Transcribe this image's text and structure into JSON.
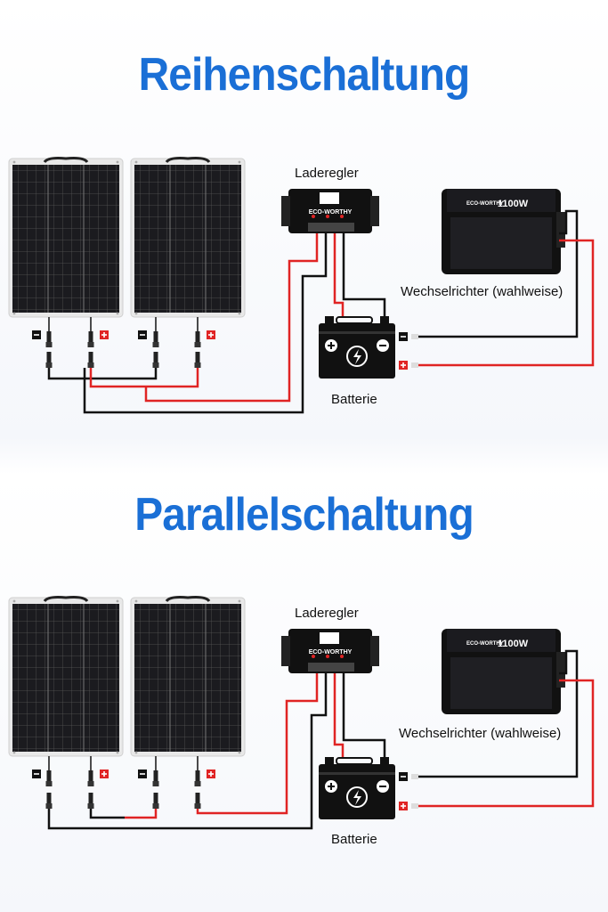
{
  "sections": [
    {
      "title": "Reihenschaltung",
      "controller_label": "Laderegler",
      "controller_brand": "ECO-WORTHY",
      "inverter_label": "Wechselrichter (wahlweise)",
      "inverter_brand": "ECO-WORTHY",
      "inverter_power": "1100W",
      "battery_label": "Batterie"
    },
    {
      "title": "Parallelschaltung",
      "controller_label": "Laderegler",
      "controller_brand": "ECO-WORTHY",
      "inverter_label": "Wechselrichter (wahlweise)",
      "inverter_brand": "ECO-WORTHY",
      "inverter_power": "1100W",
      "battery_label": "Batterie"
    }
  ],
  "colors": {
    "title": "#1a6fd6",
    "positive_wire": "#e02424",
    "negative_wire": "#111111",
    "panel_cell": "#1b1b1f",
    "panel_frame": "#e8e8e8"
  },
  "symbols": {
    "negative": "−",
    "positive": "+"
  }
}
